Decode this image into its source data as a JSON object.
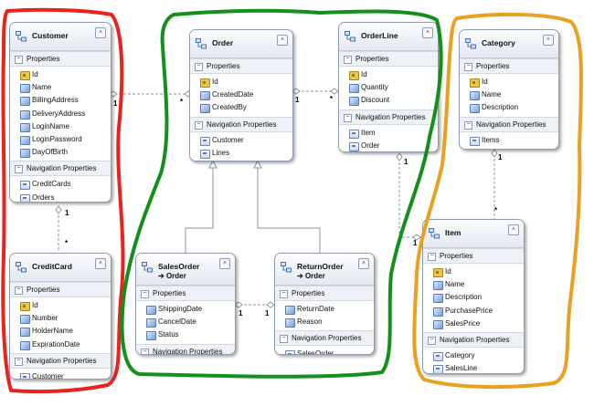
{
  "labels": {
    "properties": "Properties",
    "navigation": "Navigation Properties"
  },
  "entities": {
    "customer": {
      "title": "Customer",
      "properties": [
        {
          "name": "Id",
          "icon": "key-icon"
        },
        {
          "name": "Name",
          "icon": "property-icon"
        },
        {
          "name": "BillingAddress",
          "icon": "property-icon"
        },
        {
          "name": "DeliveryAddress",
          "icon": "property-icon"
        },
        {
          "name": "LoginName",
          "icon": "property-icon"
        },
        {
          "name": "LoginPassword",
          "icon": "property-icon"
        },
        {
          "name": "DayOfBirth",
          "icon": "property-icon"
        }
      ],
      "navigation": [
        "CreditCards",
        "Orders"
      ]
    },
    "creditcard": {
      "title": "CreditCard",
      "properties": [
        {
          "name": "Id",
          "icon": "key-icon"
        },
        {
          "name": "Number",
          "icon": "property-icon"
        },
        {
          "name": "HolderName",
          "icon": "property-icon"
        },
        {
          "name": "ExpirationDate",
          "icon": "property-icon"
        }
      ],
      "navigation": [
        "Customer"
      ]
    },
    "order": {
      "title": "Order",
      "properties": [
        {
          "name": "Id",
          "icon": "key-icon"
        },
        {
          "name": "CreatedDate",
          "icon": "property-icon"
        },
        {
          "name": "CreatedBy",
          "icon": "property-icon"
        }
      ],
      "navigation": [
        "Customer",
        "Lines"
      ]
    },
    "orderline": {
      "title": "OrderLine",
      "properties": [
        {
          "name": "Id",
          "icon": "key-icon"
        },
        {
          "name": "Quantity",
          "icon": "property-icon"
        },
        {
          "name": "Discount",
          "icon": "property-icon"
        }
      ],
      "navigation": [
        "Item",
        "Order"
      ]
    },
    "salesorder": {
      "title": "SalesOrder",
      "base": "Order",
      "properties": [
        {
          "name": "ShippingDate",
          "icon": "property-icon"
        },
        {
          "name": "CancelDate",
          "icon": "property-icon"
        },
        {
          "name": "Status",
          "icon": "property-icon"
        }
      ],
      "navigation": []
    },
    "returnorder": {
      "title": "ReturnOrder",
      "base": "Order",
      "properties": [
        {
          "name": "ReturnDate",
          "icon": "property-icon"
        },
        {
          "name": "Reason",
          "icon": "property-icon"
        }
      ],
      "navigation": [
        "SalesOrder"
      ]
    },
    "category": {
      "title": "Category",
      "properties": [
        {
          "name": "Id",
          "icon": "key-icon"
        },
        {
          "name": "Name",
          "icon": "property-icon"
        },
        {
          "name": "Description",
          "icon": "property-icon"
        }
      ],
      "navigation": [
        "Items"
      ]
    },
    "item": {
      "title": "Item",
      "properties": [
        {
          "name": "Id",
          "icon": "key-icon"
        },
        {
          "name": "Name",
          "icon": "property-icon"
        },
        {
          "name": "Description",
          "icon": "property-icon"
        },
        {
          "name": "PurchasePrice",
          "icon": "property-icon"
        },
        {
          "name": "SalesPrice",
          "icon": "property-icon"
        }
      ],
      "navigation": [
        "Category",
        "SalesLine"
      ]
    }
  },
  "multiplicities": {
    "customer_order_one": "1",
    "customer_order_many": "*",
    "customer_card_one": "1",
    "customer_card_many": "*",
    "order_line_one": "1",
    "order_line_many": "*",
    "line_item_many": "1",
    "line_item_one": "1",
    "category_item_one": "1",
    "category_item_many": "*",
    "sales_return_one_a": "1",
    "sales_return_one_b": "1"
  },
  "colors": {
    "group_customer": "#e8231c",
    "group_order": "#12901a",
    "group_category": "#eaa020",
    "connector": "#8a96a8"
  },
  "icons": {
    "entity": "entity-icon",
    "collapse": "collapse-icon",
    "key": "key-icon",
    "property": "property-icon",
    "navigation": "navigation-property-icon",
    "inherits": "inheritance-arrow-icon"
  }
}
